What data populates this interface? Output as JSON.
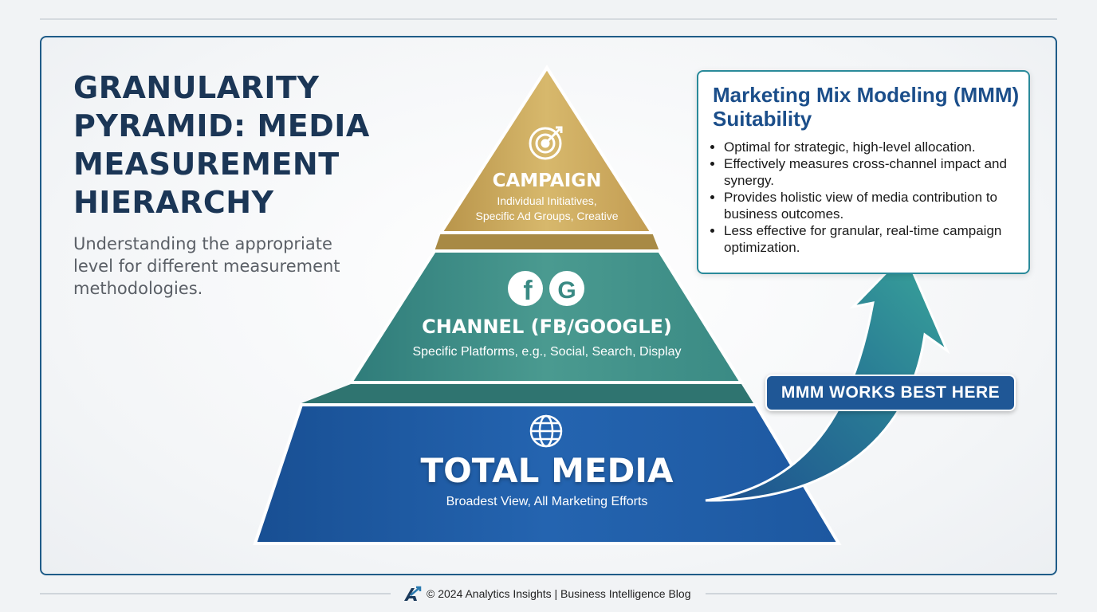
{
  "title": "GRANULARITY PYRAMID: MEDIA MEASUREMENT HIERARCHY",
  "subtitle": "Understanding the appropriate level for different measurement methodologies.",
  "pyramid": {
    "campaign": {
      "label": "CAMPAIGN",
      "line1": "Individual Initiatives,",
      "line2": "Specific Ad Groups, Creative",
      "icon": "target-icon",
      "color": "#c9a85a"
    },
    "channel": {
      "label": "CHANNEL (FB/GOOGLE)",
      "desc": "Specific Platforms, e.g., Social, Search, Display",
      "icons": [
        "facebook-icon",
        "google-icon"
      ],
      "fb_glyph": "f",
      "g_glyph": "G",
      "color": "#3f8f88"
    },
    "total": {
      "label": "TOTAL MEDIA",
      "desc": "Broadest View, All Marketing Efforts",
      "icon": "globe-icon",
      "color": "#1f5ea8"
    }
  },
  "suitability": {
    "heading": "Marketing Mix Modeling (MMM) Suitability",
    "bullets": [
      "Optimal for strategic, high-level allocation.",
      "Effectively measures cross-channel impact and synergy.",
      "Provides holistic view of media contribution to business outcomes.",
      "Less effective for granular, real-time campaign optimization."
    ]
  },
  "badge": "MMM WORKS BEST HERE",
  "footer": "© 2024 Analytics Insights | Business Intelligence Blog"
}
